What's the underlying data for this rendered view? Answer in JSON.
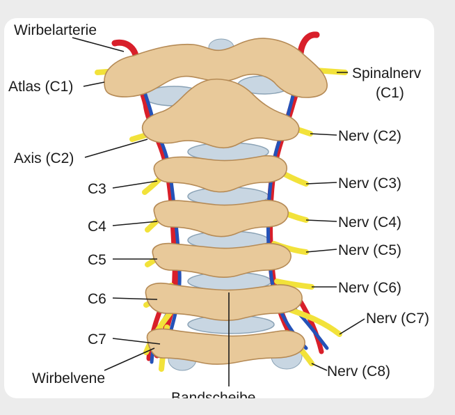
{
  "labels": {
    "wirbelarterie": "Wirbelarterie",
    "atlas": "Atlas (C1)",
    "axis": "Axis (C2)",
    "c3": "C3",
    "c4": "C4",
    "c5": "C5",
    "c6": "C6",
    "c7": "C7",
    "wirbelvene": "Wirbelvene",
    "bandscheibe": "Bandscheibe",
    "spinalnerv_line1": "Spinalnerv",
    "spinalnerv_line2": "(C1)",
    "nerv_c2": "Nerv (C2)",
    "nerv_c3": "Nerv (C3)",
    "nerv_c4": "Nerv (C4)",
    "nerv_c5": "Nerv (C5)",
    "nerv_c6": "Nerv (C6)",
    "nerv_c7": "Nerv (C7)",
    "nerv_c8": "Nerv (C8)"
  },
  "colors": {
    "bone": "#e8c99a",
    "bone_shadow": "#c9a36f",
    "disc": "#c8d6e2",
    "artery": "#d81f2a",
    "vein": "#2452b8",
    "nerve": "#f2e23a"
  }
}
